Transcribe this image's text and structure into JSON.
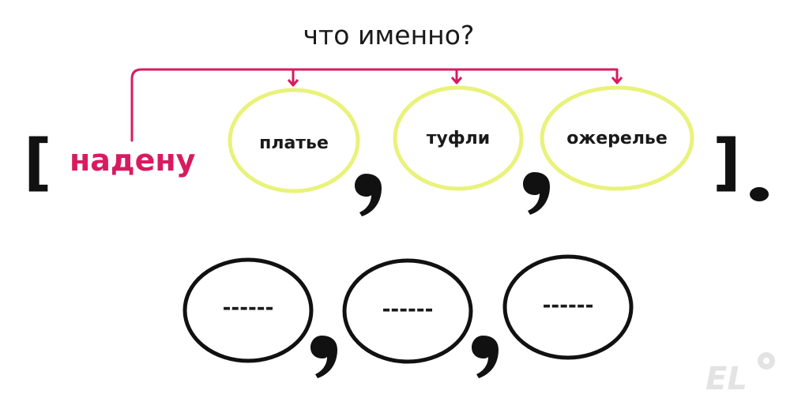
{
  "question": "что именно?",
  "verb": "надену",
  "objects": [
    "платье",
    "туфли",
    "ожерелье"
  ],
  "placeholders": [
    "------",
    "------",
    "------"
  ],
  "brackets": {
    "open": "[",
    "close": "]"
  },
  "logo": "EL",
  "colors": {
    "verb": "#d81b60",
    "arrow": "#d81b60",
    "object_outline": "#e9f27a",
    "placeholder_outline": "#111111",
    "logo": "#e3e3e3"
  }
}
